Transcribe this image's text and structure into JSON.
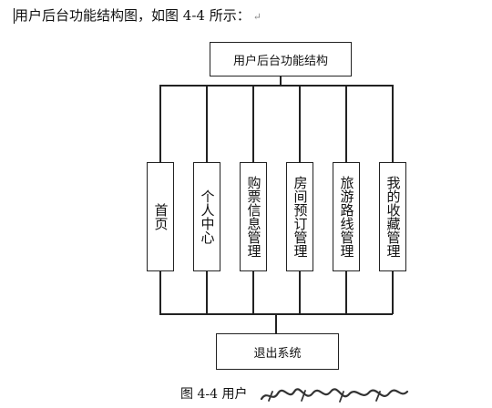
{
  "intro": {
    "text": "用户后台功能结构图，如图 4-4 所示：",
    "return_mark": "↵"
  },
  "diagram": {
    "root": "用户后台功能结构",
    "modules": [
      "首页",
      "个人中心",
      "购票信息管理",
      "房间预订管理",
      "旅游路线管理",
      "我的收藏管理"
    ],
    "exit": "退出系统"
  },
  "caption": {
    "text": "图 4-4 用户"
  }
}
